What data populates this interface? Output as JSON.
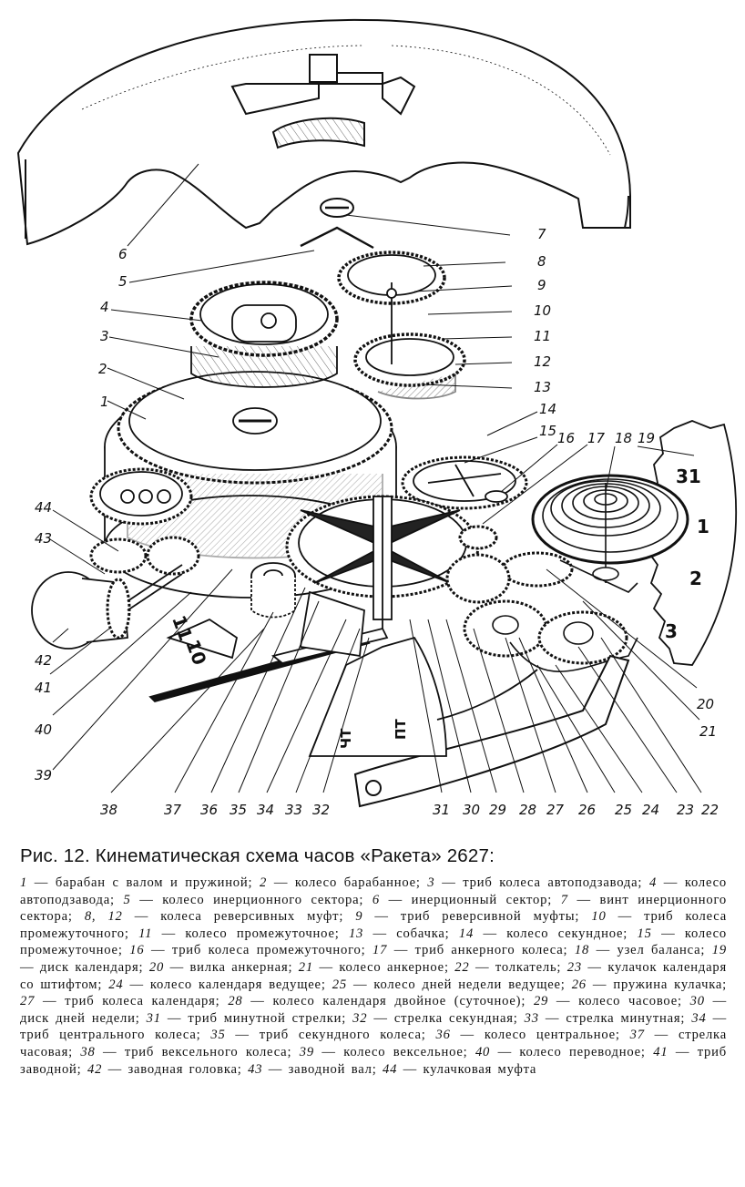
{
  "figure": {
    "dial_numbers": [
      "31",
      "1",
      "2",
      "3",
      "11",
      "10"
    ],
    "hand_marks": [
      "ПТ",
      "ЧТ"
    ],
    "callouts": [
      "1",
      "2",
      "3",
      "4",
      "5",
      "6",
      "7",
      "8",
      "9",
      "10",
      "11",
      "12",
      "13",
      "14",
      "15",
      "16",
      "17",
      "18",
      "19",
      "20",
      "21",
      "22",
      "23",
      "24",
      "25",
      "26",
      "27",
      "28",
      "29",
      "30",
      "31",
      "32",
      "33",
      "34",
      "35",
      "36",
      "37",
      "38",
      "39",
      "40",
      "41",
      "42",
      "43",
      "44"
    ]
  },
  "caption": {
    "title": "Рис. 12. Кинематическая схема часов «Ракета» 2627:"
  },
  "legend": [
    {
      "num": "1",
      "text": "барабан с валом и пружиной"
    },
    {
      "num": "2",
      "text": "колесо барабанное"
    },
    {
      "num": "3",
      "text": "триб колеса автоподзавода"
    },
    {
      "num": "4",
      "text": "колесо автоподзавода"
    },
    {
      "num": "5",
      "text": "колесо инерционного сектора"
    },
    {
      "num": "6",
      "text": "инерционный сектор"
    },
    {
      "num": "7",
      "text": "винт инерционного сектора"
    },
    {
      "num": "8, 12",
      "text": "колеса реверсивных муфт"
    },
    {
      "num": "9",
      "text": "триб реверсивной муфты"
    },
    {
      "num": "10",
      "text": "триб колеса промежуточного"
    },
    {
      "num": "11",
      "text": "колесо промежуточное"
    },
    {
      "num": "13",
      "text": "собачка"
    },
    {
      "num": "14",
      "text": "колесо секундное"
    },
    {
      "num": "15",
      "text": "колесо промежуточное"
    },
    {
      "num": "16",
      "text": "триб колеса промежуточного"
    },
    {
      "num": "17",
      "text": "триб анкерного колеса"
    },
    {
      "num": "18",
      "text": "узел баланса"
    },
    {
      "num": "19",
      "text": "диск календаря"
    },
    {
      "num": "20",
      "text": "вилка анкерная"
    },
    {
      "num": "21",
      "text": "колесо анкерное"
    },
    {
      "num": "22",
      "text": "толкатель"
    },
    {
      "num": "23",
      "text": "кулачок календаря со штифтом"
    },
    {
      "num": "24",
      "text": "колесо календаря ведущее"
    },
    {
      "num": "25",
      "text": "колесо дней недели ведущее"
    },
    {
      "num": "26",
      "text": "пружина кулачка"
    },
    {
      "num": "27",
      "text": "триб колеса календаря"
    },
    {
      "num": "28",
      "text": "колесо календаря двойное (суточное)"
    },
    {
      "num": "29",
      "text": "колесо часовое"
    },
    {
      "num": "30",
      "text": "диск дней недели"
    },
    {
      "num": "31",
      "text": "триб минутной стрелки"
    },
    {
      "num": "32",
      "text": "стрелка секундная"
    },
    {
      "num": "33",
      "text": "стрелка минутная"
    },
    {
      "num": "34",
      "text": "триб центрального колеса"
    },
    {
      "num": "35",
      "text": "триб секундного колеса"
    },
    {
      "num": "36",
      "text": "колесо центральное"
    },
    {
      "num": "37",
      "text": "стрелка часовая"
    },
    {
      "num": "38",
      "text": "триб вексельного колеса"
    },
    {
      "num": "39",
      "text": "колесо вексельное"
    },
    {
      "num": "40",
      "text": "колесо переводное"
    },
    {
      "num": "41",
      "text": "триб заводной"
    },
    {
      "num": "42",
      "text": "заводная головка"
    },
    {
      "num": "43",
      "text": "заводной вал"
    },
    {
      "num": "44",
      "text": "кулачковая муфта"
    }
  ]
}
